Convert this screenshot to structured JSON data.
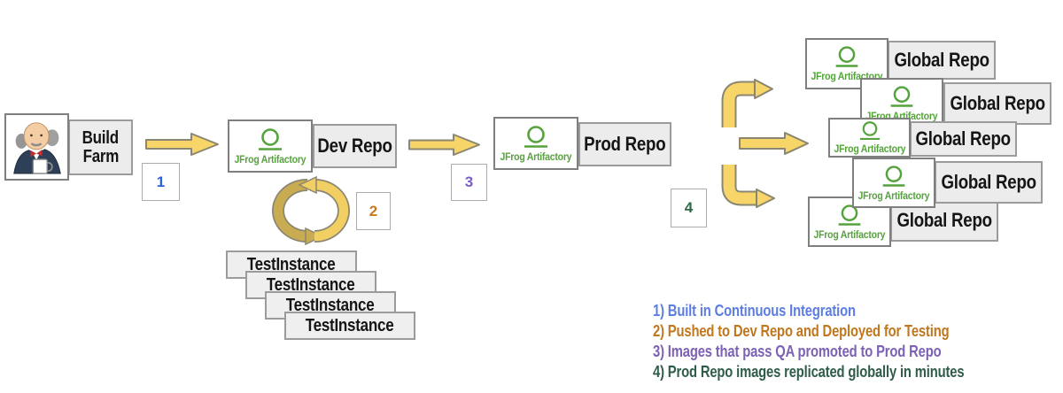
{
  "brand": {
    "jfrog": "JFrog Artifactory"
  },
  "nodes": {
    "build_farm": {
      "line1": "Build",
      "line2": "Farm"
    },
    "dev_repo": {
      "label": "Dev Repo"
    },
    "prod_repo": {
      "label": "Prod Repo"
    },
    "global_repos": [
      {
        "label": "Global Repo"
      },
      {
        "label": "Global Repo"
      },
      {
        "label": "Global Repo"
      },
      {
        "label": "Global Repo"
      },
      {
        "label": "Global Repo"
      }
    ],
    "test_instances": [
      {
        "label": "TestInstance"
      },
      {
        "label": "TestInstance"
      },
      {
        "label": "TestInstance"
      },
      {
        "label": "TestInstance"
      }
    ]
  },
  "steps": [
    {
      "num": "1",
      "color": "#2e62db"
    },
    {
      "num": "2",
      "color": "#c8781e"
    },
    {
      "num": "3",
      "color": "#7a5cc8"
    },
    {
      "num": "4",
      "color": "#2e6847"
    }
  ],
  "legend": [
    {
      "text": "1) Built in Continuous Integration",
      "color": "#5d7de2"
    },
    {
      "text": "2) Pushed to Dev Repo and Deployed for Testing",
      "color": "#c1771e"
    },
    {
      "text": "3) Images that pass QA promoted to Prod Repo",
      "color": "#7c61b4"
    },
    {
      "text": "4) Prod Repo images replicated globally in minutes",
      "color": "#2f5d49"
    }
  ],
  "icons": {
    "jenkins": "jenkins-butler-icon",
    "jfrog_mark": "jfrog-circle-logo",
    "cycle": "cycle-arrows-icon",
    "arrow": "flow-arrow-icon"
  },
  "colors": {
    "arrow_fill": "#f7d568",
    "arrow_dark_fill": "#c9ac52",
    "arrow_stroke": "#8b8672",
    "jfrog_green": "#55a33c",
    "box_gray": "#ececec",
    "border_gray": "#9b9b9b"
  }
}
